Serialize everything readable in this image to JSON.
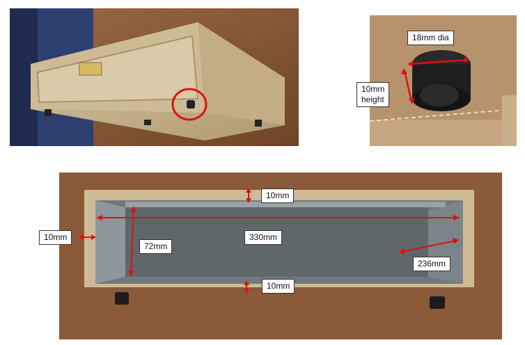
{
  "annotations": {
    "foot_diameter": "18mm dia",
    "foot_height": "10mm\nheight",
    "top_wall": "10mm",
    "side_wall": "10mm",
    "inner_height": "72mm",
    "inner_length": "330mm",
    "inner_depth": "236mm",
    "bottom_wall": "10mm"
  },
  "colors": {
    "annotation_red": "#e01010",
    "leather": "#c8b48f",
    "wood": "#8a5a3a",
    "interior": "#6f787c"
  }
}
